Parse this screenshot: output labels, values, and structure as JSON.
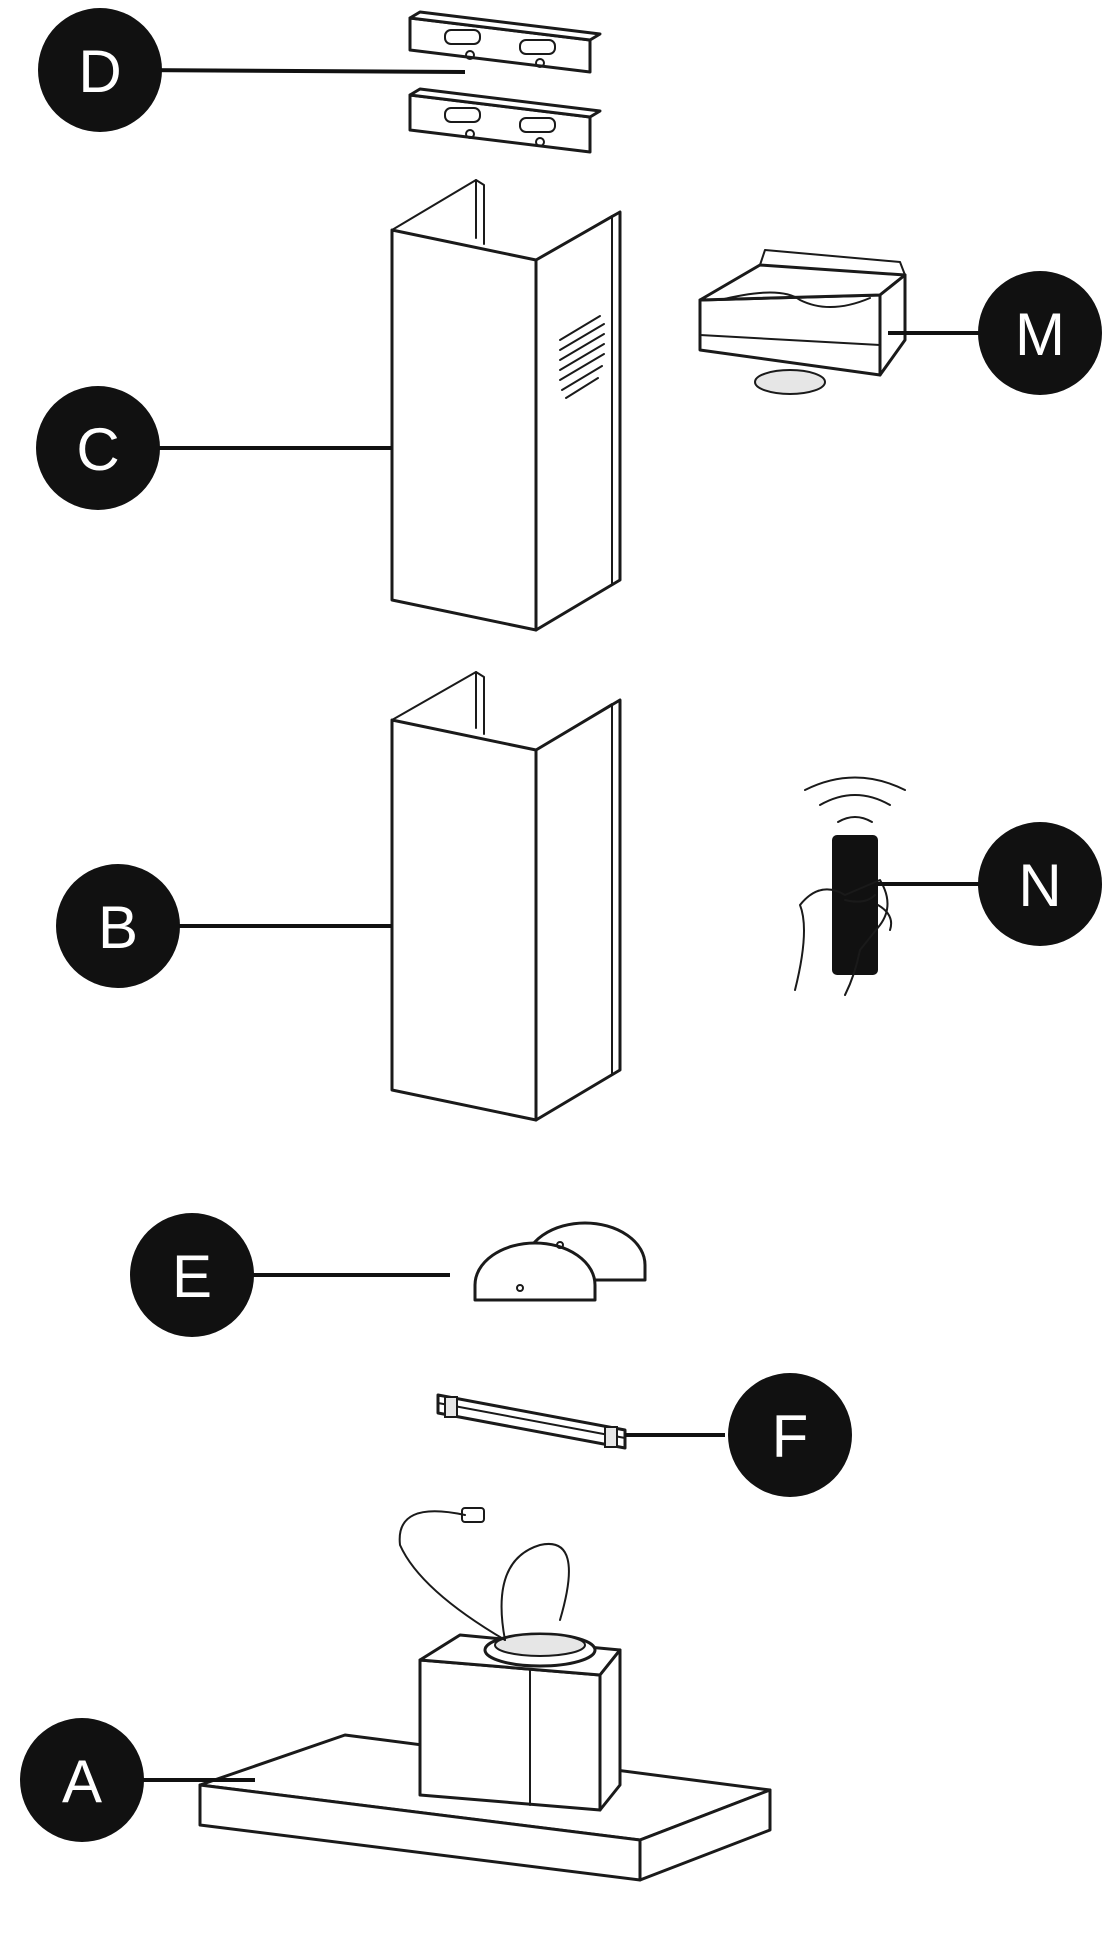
{
  "callouts": [
    {
      "id": "D",
      "label": "D"
    },
    {
      "id": "C",
      "label": "C"
    },
    {
      "id": "M",
      "label": "M"
    },
    {
      "id": "B",
      "label": "B"
    },
    {
      "id": "N",
      "label": "N"
    },
    {
      "id": "E",
      "label": "E"
    },
    {
      "id": "F",
      "label": "F"
    },
    {
      "id": "A",
      "label": "A"
    }
  ],
  "colors": {
    "badge": "#111111",
    "badge_text": "#ffffff",
    "line": "#1a1a1a"
  }
}
